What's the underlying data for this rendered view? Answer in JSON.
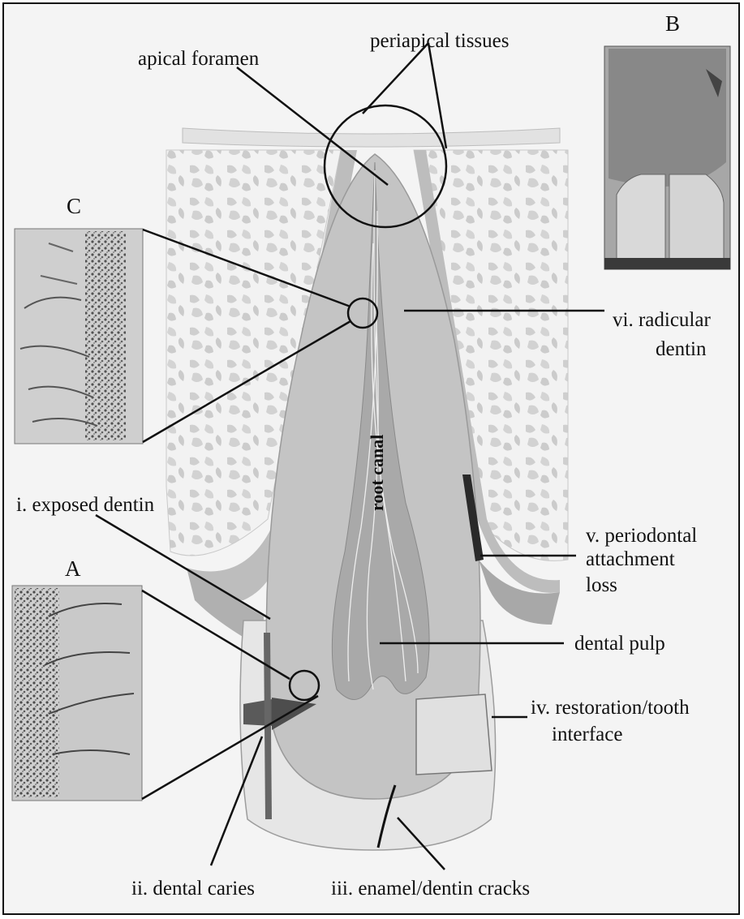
{
  "panels": {
    "a": "A",
    "b": "B",
    "c": "C"
  },
  "labels": {
    "periapical_tissues": "periapical tissues",
    "apical_foramen": "apical foramen",
    "radicular_dentin_1": "vi. radicular",
    "radicular_dentin_2": "dentin",
    "exposed_dentin": "i. exposed dentin",
    "periodontal_1": "v. periodontal",
    "periodontal_2": "attachment",
    "periodontal_3": "loss",
    "dental_pulp": "dental pulp",
    "restoration_1": "iv. restoration/tooth",
    "restoration_2": "interface",
    "dental_caries": "ii. dental caries",
    "cracks": "iii. enamel/dentin cracks",
    "root_canal": "root canal"
  }
}
